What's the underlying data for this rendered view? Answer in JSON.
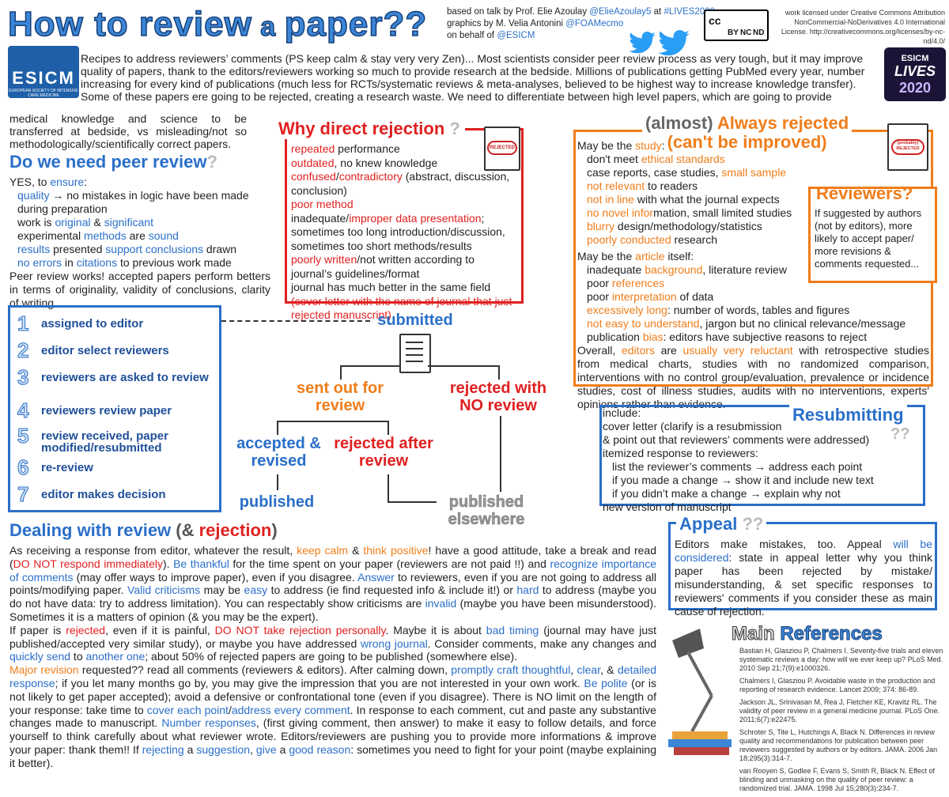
{
  "header": {
    "title_parts": [
      "How to review",
      " a ",
      "paper",
      "??"
    ],
    "credits": {
      "line1_prefix": "based on talk by Prof.  Elie Azoulay ",
      "line1_handle": "@ElieAzoulay5",
      "line1_mid": " at ",
      "line1_tag": "#LIVES2020",
      "line2_prefix": "graphics by M. Velia Antonini ",
      "line2_handle": "@FOAMecmo",
      "line3_prefix": "on behalf of ",
      "line3_handle": "@ESICM"
    },
    "cc_labels": [
      "cc",
      "BY",
      "NC",
      "ND"
    ],
    "license": "work licensed under Creative Commons Attribution NonCommercial-NoDerivatives 4.0 International License. http://creativecommons.org/licenses/by-nc-nd/4.0/",
    "esicm_logo": "ESICM",
    "esicm_logo_sub": "EUROPEAN SOCIETY OF INTENSIVE CARE MEDICINE",
    "lives_logo": [
      "ESICM",
      "LIVES",
      "2020"
    ]
  },
  "intro": {
    "text": "Recipes to address reviewers’ comments (PS keep calm & stay very very Zen)... Most scientists consider peer review process as very tough, but it may improve quality of papers, thank to the editors/reviewers working so much to provide research at the bedside. Millions of publications getting PubMed every year, number increasing for every kind of publications (much less for RCTs/systematic reviews & meta-analyses, believed to be highest way to increase knowledge transfer).  Some of these papers ere going to be rejected, creating a research waste. We need to differentiate between high level papers, which are going to provide",
    "text2": "medical knowledge and science to be transferred at bedside, vs misleading/not so methodologically/scientifically correct papers."
  },
  "peer": {
    "title": "Do we  need peer review",
    "qmark": "?",
    "l1a": "YES, to ",
    "l1b": "ensure",
    "l1c": ":",
    "l2a": "quality",
    "l2b": " → no mistakes in logic have been made during preparation",
    "l3a": "work is ",
    "l3b": "original",
    "l3c": " & ",
    "l3d": "significant",
    "l4a": "experimental ",
    "l4b": "methods",
    "l4c": " are ",
    "l4d": "sound",
    "l5a": "results",
    "l5b": " presented ",
    "l5c": "support conclusions",
    "l5d": " drawn",
    "l6a": "no errors",
    "l6b": " in ",
    "l6c": "citations",
    "l6d": " to previous work made",
    "l7": "Peer review works! accepted papers perform betters in terms of originality, validity of conclusions, clarity of writing..."
  },
  "direct_rejection": {
    "title": "Why direct rejection",
    "qmark": "?",
    "stamp": "REJECTED",
    "a1": "repeated",
    "a2": " performance",
    "b1": "outdated",
    "b2": ", no knew knowledge",
    "c1": "confused",
    "c2": "/",
    "c3": "contradictory",
    "c4": " (abstract, discussion, conclusion)",
    "d1": "poor method",
    "e1": "inadequate/",
    "e2": "improper data presentation",
    "e3": "; sometimes too long introduction/discussion, sometimes too short methods/results",
    "f1": "poorly written",
    "f2": "/not written according to journal’s guidelines/format",
    "g1": "journal has much better in the same field",
    "h1": "(cover letter with the name of journal that just rejected manuscript)"
  },
  "always_rejected": {
    "title_a": "(almost)",
    "title_b": " Always rejected",
    "title_c": "(can't be improved)",
    "stamp": "(probably) REJECTED",
    "s1a": "May be the ",
    "s1b": "study",
    "s1c": ":",
    "s2a": "don't meet ",
    "s2b": "ethical standards",
    "s3a": "case reports, case studies, ",
    "s3b": "small sample",
    "s4a": "not relevant",
    "s4b": " to readers",
    "s5a": "not in line",
    "s5b": " with what the journal expects",
    "s6a": "no novel infor",
    "s6b": "mation, small limited studies",
    "s7a": "blurry",
    "s7b": " design/methodology/statistics",
    "s8a": "poorly conducted",
    "s8b": " research",
    "a1a": "May be the ",
    "a1b": "article",
    "a1c": " itself:",
    "a2a": "inadequate ",
    "a2b": "background",
    "a2c": ", literature review",
    "a3a": "poor ",
    "a3b": "references",
    "a4a": "poor ",
    "a4b": "interpretation",
    "a4c": " of data",
    "a5a": "excessively long",
    "a5b": ": number of words, tables and figures",
    "a6a": "not easy to understand",
    "a6b": ", jargon but no clinical relevance/message",
    "a7a": "publication ",
    "a7b": "bias",
    "a7c": ": editors have subjective reasons to reject",
    "o1": "Overall, ",
    "o2": "editors",
    "o3": " are ",
    "o4": "usually very reluctant",
    "o5": " with retrospective studies from medical charts, studies with no randomized comparison, interventions with no control group/evaluation, prevalence or incidence studies, cost of illness studies, audits with no interventions, experts' opinions rather than evidence."
  },
  "reviewers": {
    "title": "Reviewers?",
    "body": "If suggested by authors (not by editors), more likely to accept paper/ more revisions & comments requested..."
  },
  "steps": [
    {
      "num": "1",
      "label": "assigned to editor"
    },
    {
      "num": "2",
      "label": "editor select reviewers"
    },
    {
      "num": "3",
      "label": "reviewers are asked to review"
    },
    {
      "num": "4",
      "label": "reviewers review paper"
    },
    {
      "num": "5",
      "label": "review received, paper modified/resubmitted"
    },
    {
      "num": "6",
      "label": "re-review"
    },
    {
      "num": "7",
      "label": "editor makes decision"
    }
  ],
  "flow": {
    "submitted": "submitted",
    "sent_out": "sent out for review",
    "rejected_no_review": "rejected with NO review",
    "accepted": "accepted & revised",
    "rejected_after": "rejected after review",
    "published": "published",
    "published_elsewhere": "published elsewhere"
  },
  "resubmitting": {
    "title": "Resubmitting",
    "qmark": "??",
    "l1": "include:",
    "l2": "cover letter (clarify is a resubmission",
    "l3": "& point out that reviewers’ comments were addressed)",
    "l4": "itemized response to reviewers:",
    "l5": "list the reviewer’s comments → address each point",
    "l6": "if you made a change → show it and include new text",
    "l7": "if you didn’t make a change → explain why not",
    "l8": "new version of manuscript"
  },
  "dealing": {
    "title_a": "Dealing  with  review",
    "title_b": " (& ",
    "title_c": "rejection",
    "title_d": ")",
    "p1": "As receiving a response from editor, whatever the result, ",
    "p1b": "keep calm",
    "p1c": " & ",
    "p1d": "think positive",
    "p1e": "! have a good attitude, take a break and read (",
    "p1f": "DO NOT respond immediately",
    "p1g": "). ",
    "p1h": "Be thankful",
    "p1i": " for the time spent on your paper (reviewers are not paid !!) and ",
    "p1j": "recognize importance of comments",
    "p1k": " (may offer ways to improve paper), even if you disagree. ",
    "p1l": "Answer",
    "p1m": " to reviewers, even if you are not going to address all points/modifying paper. ",
    "p1n": "Valid criticisms",
    "p1o": " may be ",
    "p1p": "easy",
    "p1q": " to address (ie find requested info & include it!) or ",
    "p1r": "hard",
    "p1s": " to address (maybe you do not have data: try to address limitation). You can respectably show criticisms are ",
    "p1t": "invalid",
    "p1u": " (maybe you have been misunderstood). Sometimes it is a matters of opinion (& you may be the expert).",
    "p2a": "If paper is ",
    "p2b": "rejected",
    "p2c": ", even if it is painful, ",
    "p2d": "DO NOT take rejection personally",
    "p2e": ". Maybe it is about ",
    "p2f": "bad timing",
    "p2g": " (journal may have just published/accepted very similar study), or maybe you have addressed ",
    "p2h": "wrong journal",
    "p2i": ". Consider comments, make any changes and ",
    "p2j": "quickly send",
    "p2k": " to ",
    "p2l": "another one",
    "p2m": "; about 50% of rejected papers are going to be published (somewhere else).",
    "p3a": "Major revision",
    "p3b": " requested?? read all comments (reviewers & editors). After calming down, ",
    "p3c": "promptly craft thoughtful",
    "p3d": ", ",
    "p3e": "clear",
    "p3f": ", & ",
    "p3g": "detailed response",
    "p3h": "; if you let many months go by, you may give the impression that you are not interested in your own work. ",
    "p3i": "Be polite",
    "p3j": " (or is not likely to get paper accepted); avoid a defensive or confrontational tone (even if you disagree). There is NO limit on the length of your response: take time to ",
    "p3k": "cover each point",
    "p3l": "/",
    "p3m": "address every comment",
    "p3n": ". In response to each comment, cut and paste any substantive changes made to manuscript. ",
    "p3o": "Number responses",
    "p3p": ", (first giving comment, then answer) to make it easy to follow details, and force yourself to think carefully about what reviewer wrote. Editors/reviewers are pushing you to provide more informations & improve your paper: thank them!! If ",
    "p3q": "rejecting",
    "p3r": " a ",
    "p3s": "suggestion",
    "p3t": ", ",
    "p3u": "give",
    "p3v": " a ",
    "p3w": "good reason",
    "p3x": ": sometimes you need to fight for your point (maybe explaining it better)."
  },
  "appeal": {
    "title": "Appeal",
    "qmark": "??",
    "b1": "Editors make mistakes, too. Appeal ",
    "b2": "will be considered",
    "b3": ": state in appeal letter why you think paper has been rejected by mistake/ misunderstanding, & set specific responses to reviewers' comments if you consider these as main cause of rejection."
  },
  "references": {
    "title_a": "Main",
    "title_b": " References",
    "items": [
      "Bastian H, Glasziou P, Chalmers I. Seventy-five trials and eleven systematic reviews a day: how will we ever keep up? PLoS Med. 2010 Sep 21;7(9):e1000326.",
      "Chalmers I, Glasziou P. Avoidable waste in the production and reporting of research evidence. Lancet 2009; 374: 86-89.",
      "Jackson JL, Srinivasan M, Rea J, Fletcher KE, Kravitz RL. The validity of peer review in a general medicine journal. PLoS One. 2011;6(7):e22475.",
      "Schroter S, Tite L, Hutchings A, Black N. Differences in review quality and recommendations for publication between peer reviewers suggested by authors or by editors. JAMA. 2006 Jan 18;295(3):314-7.",
      "van Rooyen S, Godlee F, Evans S, Smith R, Black N. Effect of blinding and unmasking on the quality of peer review: a randomized trial. JAMA. 1998 Jul 15;280(3):234-7."
    ]
  },
  "colors": {
    "blue": "#2a6fc9",
    "orange": "#f07d1a",
    "red": "#e02020",
    "gray": "#9a9a9a"
  }
}
